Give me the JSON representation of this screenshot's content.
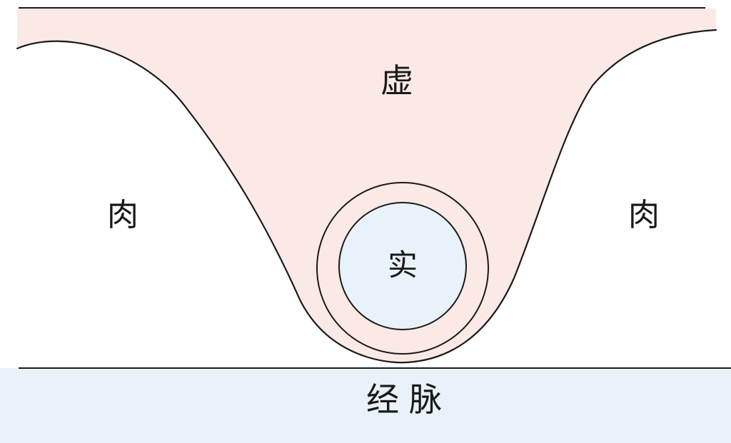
{
  "labels": {
    "void": "虚",
    "flesh_left": "肉",
    "flesh_right": "肉",
    "solid": "实",
    "meridian": "经脉"
  },
  "colors": {
    "void_fill": "#fbe9e6",
    "solid_fill": "#e8f2fa",
    "meridian_fill": "#e9f2f8",
    "stroke": "#1a1a1a",
    "background": "#ffffff"
  }
}
